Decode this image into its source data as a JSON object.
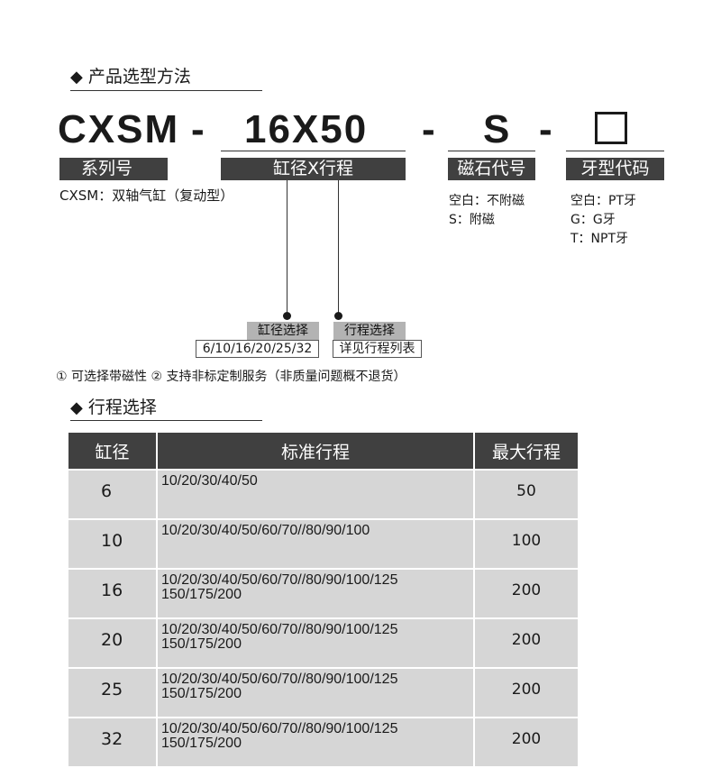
{
  "section1": {
    "icon": "diamond-icon",
    "title": "产品选型方法"
  },
  "code": {
    "parts": [
      "CXSM",
      "-",
      "16X50",
      "-",
      "S",
      "-",
      "□"
    ],
    "labels": [
      "系列号",
      "缸径X行程",
      "磁石代号",
      "牙型代码"
    ]
  },
  "series_desc": "CXSM：双轴气缸（复动型）",
  "magnet_options": [
    "空白：不附磁",
    "S：附磁"
  ],
  "thread_options": [
    "空白：PT牙",
    "G：G牙",
    "T：NPT牙"
  ],
  "bore_select": {
    "title": "缸径选择",
    "value": "6/10/16/20/25/32"
  },
  "stroke_select": {
    "title": "行程选择",
    "value": "详见行程列表"
  },
  "notes": "① 可选择带磁性 ② 支持非标定制服务（非质量问题概不退货）",
  "section2": {
    "icon": "diamond-icon",
    "title": "行程选择"
  },
  "table": {
    "headers": [
      "缸径",
      "标准行程",
      "最大行程"
    ],
    "rows": [
      {
        "bore": "6",
        "strokes": "10/20/30/40/50",
        "max": "50"
      },
      {
        "bore": "10",
        "strokes": "10/20/30/40/50/60/70//80/90/100",
        "max": "100"
      },
      {
        "bore": "16",
        "strokes": "10/20/30/40/50/60/70//80/90/100/125\n150/175/200",
        "max": "200"
      },
      {
        "bore": "20",
        "strokes": "10/20/30/40/50/60/70//80/90/100/125\n150/175/200",
        "max": "200"
      },
      {
        "bore": "25",
        "strokes": "10/20/30/40/50/60/70//80/90/100/125\n150/175/200",
        "max": "200"
      },
      {
        "bore": "32",
        "strokes": "10/20/30/40/50/60/70//80/90/100/125\n150/175/200",
        "max": "200"
      }
    ]
  }
}
